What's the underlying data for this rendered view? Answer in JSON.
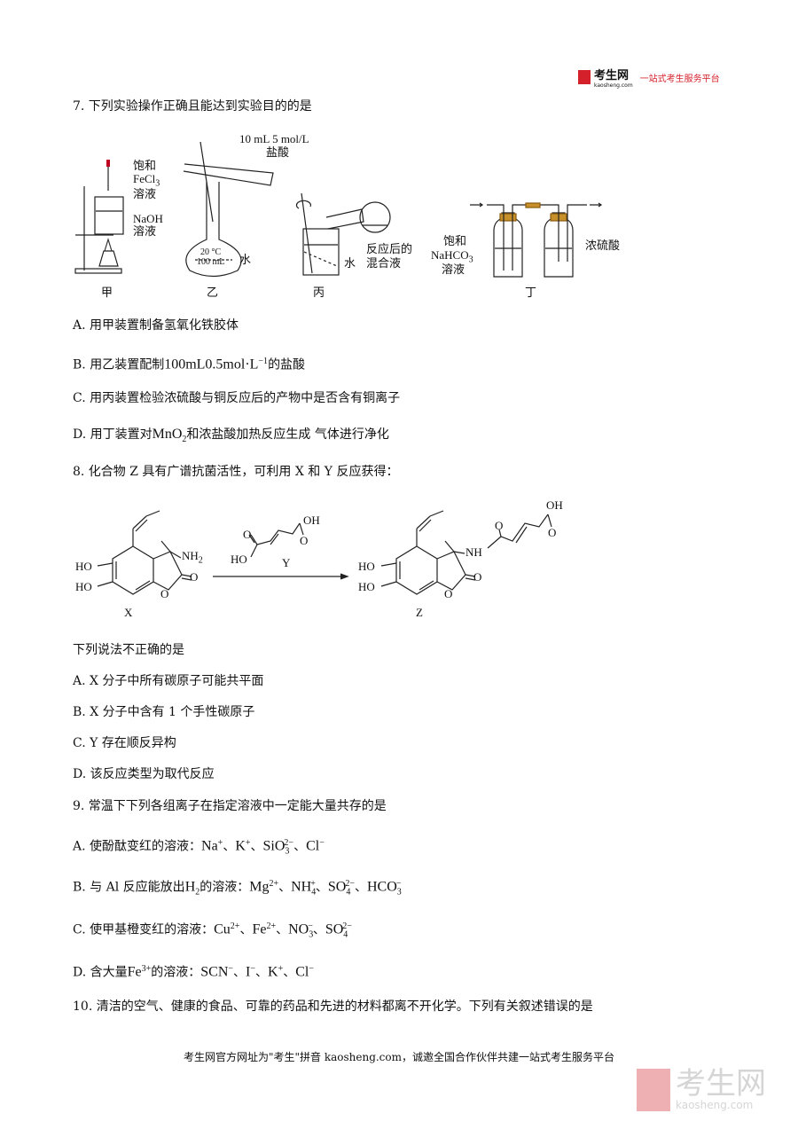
{
  "header": {
    "brand": "考生网",
    "domain": "kaosheng.com",
    "slogan": "一站式考生服务平台"
  },
  "q7": {
    "stem": [
      {
        "t": "7. 下列实验操作正确且能达到实验目的的是"
      }
    ],
    "figure": {
      "jia": {
        "l1": "饱和",
        "l2": "FeCl",
        "l2sub": "3",
        "l3": "溶液",
        "l4": "NaOH",
        "l5": "溶液",
        "cap": "甲"
      },
      "yi": {
        "l1": "10 mL 5 mol/L",
        "l2": "盐酸",
        "l3": "20 °C",
        "l4": "100 mL",
        "l5": "水",
        "cap": "乙"
      },
      "bing": {
        "l1": "水",
        "l2": "反应后的",
        "l3": "混合液",
        "cap": "丙"
      },
      "ding": {
        "l1": "饱和",
        "l2": "NaHCO",
        "l2sub": "3",
        "l3": "溶液",
        "l4": "浓硫酸",
        "cap": "丁"
      }
    },
    "options": [
      [
        {
          "t": "A.  用甲装置制备氢氧化铁胶体"
        }
      ],
      [
        {
          "t": "B.  用乙装置配制"
        },
        {
          "f": "100mL0.5mol·L"
        },
        {
          "sup": "−1"
        },
        {
          "t": "的盐酸"
        }
      ],
      [
        {
          "t": "C.  用丙装置检验浓硫酸与铜反应后的产物中是否含有铜离子"
        }
      ],
      [
        {
          "t": "D.  用丁装置对"
        },
        {
          "f": "MnO"
        },
        {
          "sub": "2"
        },
        {
          "t": "和浓盐酸加热反应生成    气体进行净化"
        }
      ]
    ]
  },
  "q8": {
    "stem": [
      {
        "t": "8. 化合物 Z 具有广谱抗菌活性，可利用 X 和 Y 反应获得："
      }
    ],
    "scheme": {
      "ho": "HO",
      "nh2": "NH",
      "nh2sub": "2",
      "o": "O",
      "oh": "OH",
      "nh": "NH",
      "X": "X",
      "Y": "Y",
      "Z": "Z"
    },
    "prompt": [
      {
        "t": "下列说法不正确的是"
      }
    ],
    "options": [
      [
        {
          "t": "A. X 分子中所有碳原子可能共平面"
        }
      ],
      [
        {
          "t": "B. X 分子中含有 1 个手性碳原子"
        }
      ],
      [
        {
          "t": "C. Y 存在顺反异构"
        }
      ],
      [
        {
          "t": "D.  该反应类型为取代反应"
        }
      ]
    ]
  },
  "q9": {
    "stem": [
      {
        "t": "9. 常温下下列各组离子在指定溶液中一定能大量共存的是"
      }
    ],
    "options": [
      [
        {
          "t": "A.  使酚酞变红的溶液："
        },
        {
          "f": "Na"
        },
        {
          "sup": "+"
        },
        {
          "t": "、"
        },
        {
          "f": "K"
        },
        {
          "sup": "+"
        },
        {
          "t": "、"
        },
        {
          "f": "SiO"
        },
        {
          "sub": "3"
        },
        {
          "sup": "2−"
        },
        {
          "t": "、"
        },
        {
          "f": "Cl"
        },
        {
          "sup": "−"
        }
      ],
      [
        {
          "t": "B.  与 Al 反应能放出"
        },
        {
          "f": "H"
        },
        {
          "sub": "2"
        },
        {
          "t": "的溶液："
        },
        {
          "f": "Mg"
        },
        {
          "sup": "2+"
        },
        {
          "t": "、"
        },
        {
          "f": "NH"
        },
        {
          "sub": "4"
        },
        {
          "sup": "+"
        },
        {
          "t": "、"
        },
        {
          "f": "SO"
        },
        {
          "sub": "4"
        },
        {
          "sup": "2−"
        },
        {
          "t": "、"
        },
        {
          "f": "HCO"
        },
        {
          "sub": "3"
        },
        {
          "sup": "−"
        }
      ],
      [
        {
          "t": "C.  使甲基橙变红的溶液："
        },
        {
          "f": "Cu"
        },
        {
          "sup": "2+"
        },
        {
          "t": "、"
        },
        {
          "f": "Fe"
        },
        {
          "sup": "2+"
        },
        {
          "t": "、"
        },
        {
          "f": "NO"
        },
        {
          "sub": "3"
        },
        {
          "sup": "−"
        },
        {
          "t": "、"
        },
        {
          "f": "SO"
        },
        {
          "sub": "4"
        },
        {
          "sup": "2−"
        }
      ],
      [
        {
          "t": "D.  含大量"
        },
        {
          "f": "Fe"
        },
        {
          "sup": "3+"
        },
        {
          "t": "的溶液："
        },
        {
          "f": "SCN"
        },
        {
          "sup": "−"
        },
        {
          "t": "、"
        },
        {
          "f": "I"
        },
        {
          "sup": "−"
        },
        {
          "t": "、"
        },
        {
          "f": "K"
        },
        {
          "sup": "+"
        },
        {
          "t": "、"
        },
        {
          "f": "Cl"
        },
        {
          "sup": "−"
        }
      ]
    ]
  },
  "q10": {
    "stem": [
      {
        "t": "10.  清洁的空气、健康的食品、可靠的药品和先进的材料都离不开化学。下列有关叙述错误的是"
      }
    ]
  },
  "footer": {
    "text": "考生网官方网址为\"考生\"拼音 kaosheng.com，诚邀全国合作伙伴共建一站式考生服务平台"
  },
  "watermark": {
    "brand": "考生网",
    "domain": "kaosheng.com"
  }
}
